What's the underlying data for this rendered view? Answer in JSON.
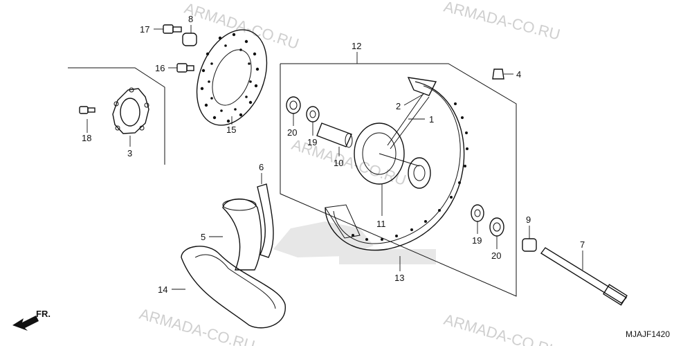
{
  "watermark": {
    "text": "ARMADA-CO.RU",
    "color": "#cfcfcf"
  },
  "diagram_code": "MJAJF1420",
  "direction_marker": "FR.",
  "part_labels": {
    "p1": "1",
    "p2": "2",
    "p3": "3",
    "p4": "4",
    "p5": "5",
    "p6": "6",
    "p7": "7",
    "p8": "8",
    "p9": "9",
    "p10": "10",
    "p11": "11",
    "p12": "12",
    "p13": "13",
    "p14": "14",
    "p15": "15",
    "p16": "16",
    "p17": "17",
    "p18": "18",
    "p19a": "19",
    "p19b": "19",
    "p20a": "20",
    "p20b": "20"
  },
  "colors": {
    "ink": "#111111",
    "background": "#ffffff"
  }
}
